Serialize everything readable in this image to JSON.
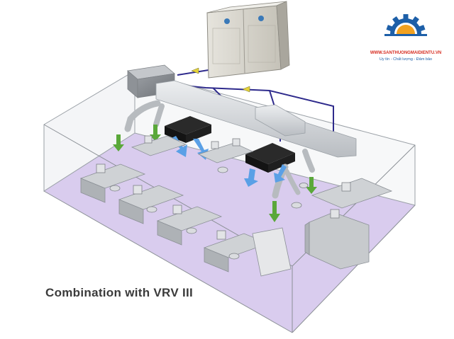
{
  "caption": "Combination with VRV III",
  "logo": {
    "url_text": "WWW.SANTHUONGMAIDIENTU.VN",
    "tagline": "Uy tín - Chất lượng - Đảm bảo",
    "gear_color": "#1d5fa8",
    "sun_color": "#f2a11f",
    "text_color": "#d62b1f"
  },
  "colors": {
    "floor": "#d9ccee",
    "duct": "#d3d6da",
    "refrigerant_pipe": "#2e2a8c",
    "supply_air_arrow": "#5aa0e6",
    "return_air_arrow": "#5aa83a",
    "indoor_unit": "#141414",
    "pipe_arrow": "#e5d23a"
  }
}
